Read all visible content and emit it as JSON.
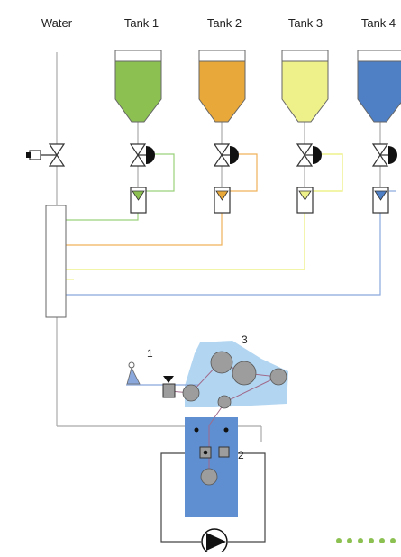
{
  "labels": {
    "water": "Water",
    "tank1": "Tank 1",
    "tank2": "Tank 2",
    "tank3": "Tank 3",
    "tank4": "Tank 4",
    "marker1": "1",
    "marker2": "2",
    "marker3": "3"
  },
  "colors": {
    "tank1": "#8cc152",
    "tank2": "#e8a83a",
    "tank3": "#eef08a",
    "tank4": "#4f7fc4",
    "line_water": "#a9a9a9",
    "line_tank1": "#9bd07a",
    "line_tank2": "#efb15a",
    "line_tank3": "#eef08a",
    "line_tank4": "#8aa8dc",
    "zone_light": "#aad0ef",
    "zone_dark": "#5f8fd0",
    "roller": "#9d9d9d",
    "dots": "#8cc152"
  },
  "icons": {
    "valve": "bowtie-valve-icon",
    "actuator": "half-circle-actuator-icon",
    "manual_actuator": "hand-actuator-icon",
    "flowmeter": "rotameter-icon",
    "pump": "pump-icon",
    "roller": "roller-icon"
  }
}
